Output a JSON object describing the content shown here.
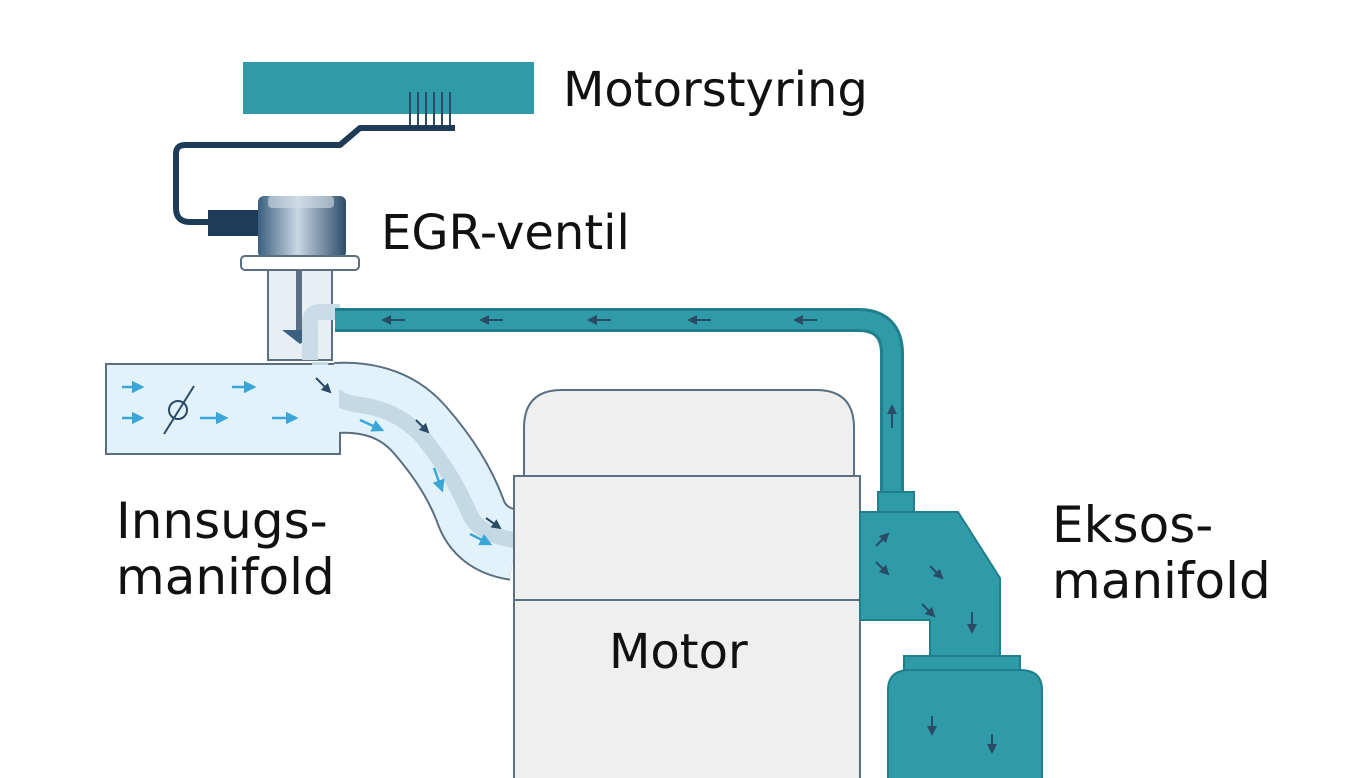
{
  "labels": {
    "motorstyring": "Motorstyring",
    "egr_ventil": "EGR-ventil",
    "motor": "Motor",
    "innsugsmanifold": [
      "Innsugs-",
      "manifold"
    ],
    "eksosmanifold": [
      "Eksos-",
      "manifold"
    ]
  },
  "colors": {
    "teal": "#2f9aa8",
    "teal_dark": "#1f7f8c",
    "intake_fill": "#e2f2fa",
    "intake_arrow": "#3aa6d8",
    "engine_fill": "#efefef",
    "valve_dark": "#2b4a66"
  },
  "icons": {
    "flow_arrows": "arrow-icon",
    "throttle": "throttle-icon"
  }
}
